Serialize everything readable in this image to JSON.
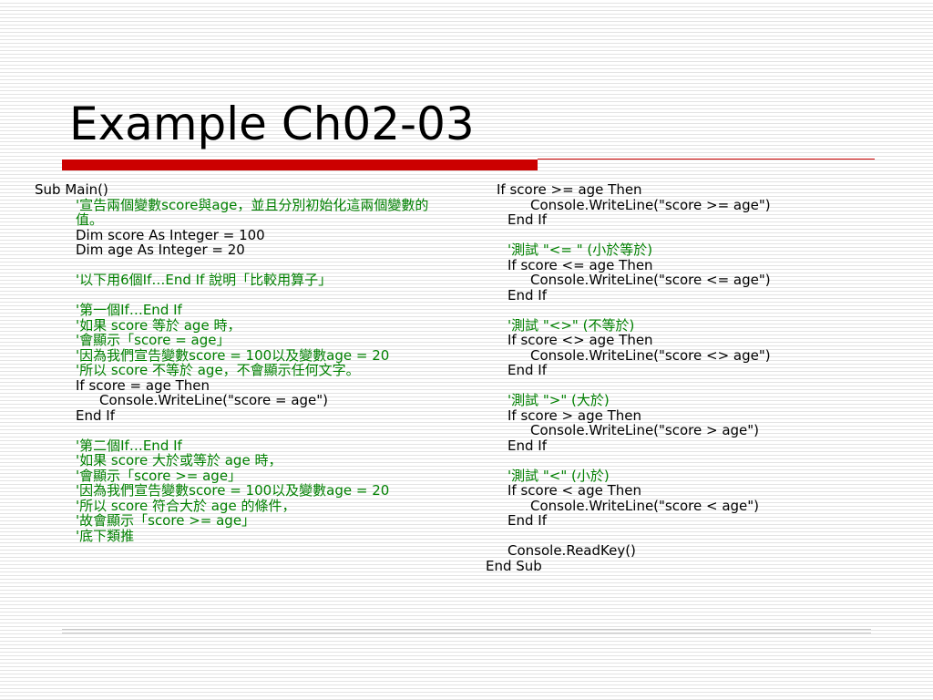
{
  "slide": {
    "title": "Example Ch02-03"
  },
  "code_left": [
    {
      "text": "Sub Main()",
      "indent": 0,
      "comment": false
    },
    {
      "text": "'宣告兩個變數score與age，並且分別初始化這兩個變數的值。",
      "indent": 1,
      "comment": true,
      "wrap": true
    },
    {
      "text": "Dim score As Integer = 100",
      "indent": 1,
      "comment": false
    },
    {
      "text": "Dim age As Integer = 20",
      "indent": 1,
      "comment": false
    },
    {
      "text": "",
      "indent": 1,
      "comment": false
    },
    {
      "text": "'以下用6個If…End If 說明「比較用算子」",
      "indent": 1,
      "comment": true
    },
    {
      "text": "",
      "indent": 1,
      "comment": false
    },
    {
      "text": "'第一個If…End If",
      "indent": 1,
      "comment": true
    },
    {
      "text": "'如果 score 等於 age 時，",
      "indent": 1,
      "comment": true
    },
    {
      "text": "'會顯示「score = age」",
      "indent": 1,
      "comment": true
    },
    {
      "text": "'因為我們宣告變數score = 100以及變數age = 20",
      "indent": 1,
      "comment": true,
      "wrap": true
    },
    {
      "text": "'所以 score 不等於 age，不會顯示任何文字。",
      "indent": 1,
      "comment": true
    },
    {
      "text": "If score = age Then",
      "indent": 1,
      "comment": false
    },
    {
      "text": "Console.WriteLine(\"score = age\")",
      "indent": 2,
      "comment": false
    },
    {
      "text": "End If",
      "indent": 1,
      "comment": false
    },
    {
      "text": "",
      "indent": 1,
      "comment": false
    },
    {
      "text": "'第二個If…End If",
      "indent": 1,
      "comment": true
    },
    {
      "text": "'如果 score 大於或等於 age 時，",
      "indent": 1,
      "comment": true
    },
    {
      "text": "'會顯示「score >= age」",
      "indent": 1,
      "comment": true
    },
    {
      "text": "'因為我們宣告變數score = 100以及變數age = 20",
      "indent": 1,
      "comment": true,
      "wrap": true
    },
    {
      "text": "'所以 score 符合大於 age 的條件，",
      "indent": 1,
      "comment": true
    },
    {
      "text": "'故會顯示「score >= age」",
      "indent": 1,
      "comment": true
    },
    {
      "text": "'底下類推",
      "indent": 1,
      "comment": true
    }
  ],
  "code_right": [
    {
      "text": "If score >= age Then",
      "indent": 1,
      "comment": false
    },
    {
      "text": "Console.WriteLine(\"score >= age\")",
      "indent": 3,
      "comment": false
    },
    {
      "text": "End If",
      "indent": 2,
      "comment": false
    },
    {
      "text": "",
      "indent": 2,
      "comment": false
    },
    {
      "text": "'測試 \"<= \" (小於等於)",
      "indent": 2,
      "comment": true
    },
    {
      "text": "If score <= age Then",
      "indent": 2,
      "comment": false
    },
    {
      "text": "Console.WriteLine(\"score <= age\")",
      "indent": 3,
      "comment": false
    },
    {
      "text": "End If",
      "indent": 2,
      "comment": false
    },
    {
      "text": "",
      "indent": 2,
      "comment": false
    },
    {
      "text": "'測試 \"<>\" (不等於)",
      "indent": 2,
      "comment": true
    },
    {
      "text": "If score <> age Then",
      "indent": 2,
      "comment": false
    },
    {
      "text": "Console.WriteLine(\"score <> age\")",
      "indent": 3,
      "comment": false
    },
    {
      "text": "End If",
      "indent": 2,
      "comment": false
    },
    {
      "text": "",
      "indent": 2,
      "comment": false
    },
    {
      "text": "'測試 \">\" (大於)",
      "indent": 2,
      "comment": true
    },
    {
      "text": "If score > age Then",
      "indent": 2,
      "comment": false
    },
    {
      "text": "Console.WriteLine(\"score > age\")",
      "indent": 3,
      "comment": false
    },
    {
      "text": "End If",
      "indent": 2,
      "comment": false
    },
    {
      "text": "",
      "indent": 2,
      "comment": false
    },
    {
      "text": "'測試 \"<\" (小於)",
      "indent": 2,
      "comment": true
    },
    {
      "text": "If score < age Then",
      "indent": 2,
      "comment": false
    },
    {
      "text": "Console.WriteLine(\"score < age\")",
      "indent": 3,
      "comment": false
    },
    {
      "text": "End If",
      "indent": 2,
      "comment": false
    },
    {
      "text": "",
      "indent": 2,
      "comment": false
    },
    {
      "text": "Console.ReadKey()",
      "indent": 2,
      "comment": false
    },
    {
      "text": "End Sub",
      "indent": 0,
      "comment": false
    }
  ],
  "colors": {
    "accent_red": "#cc0000",
    "comment_green": "#008000",
    "text_black": "#000000"
  }
}
